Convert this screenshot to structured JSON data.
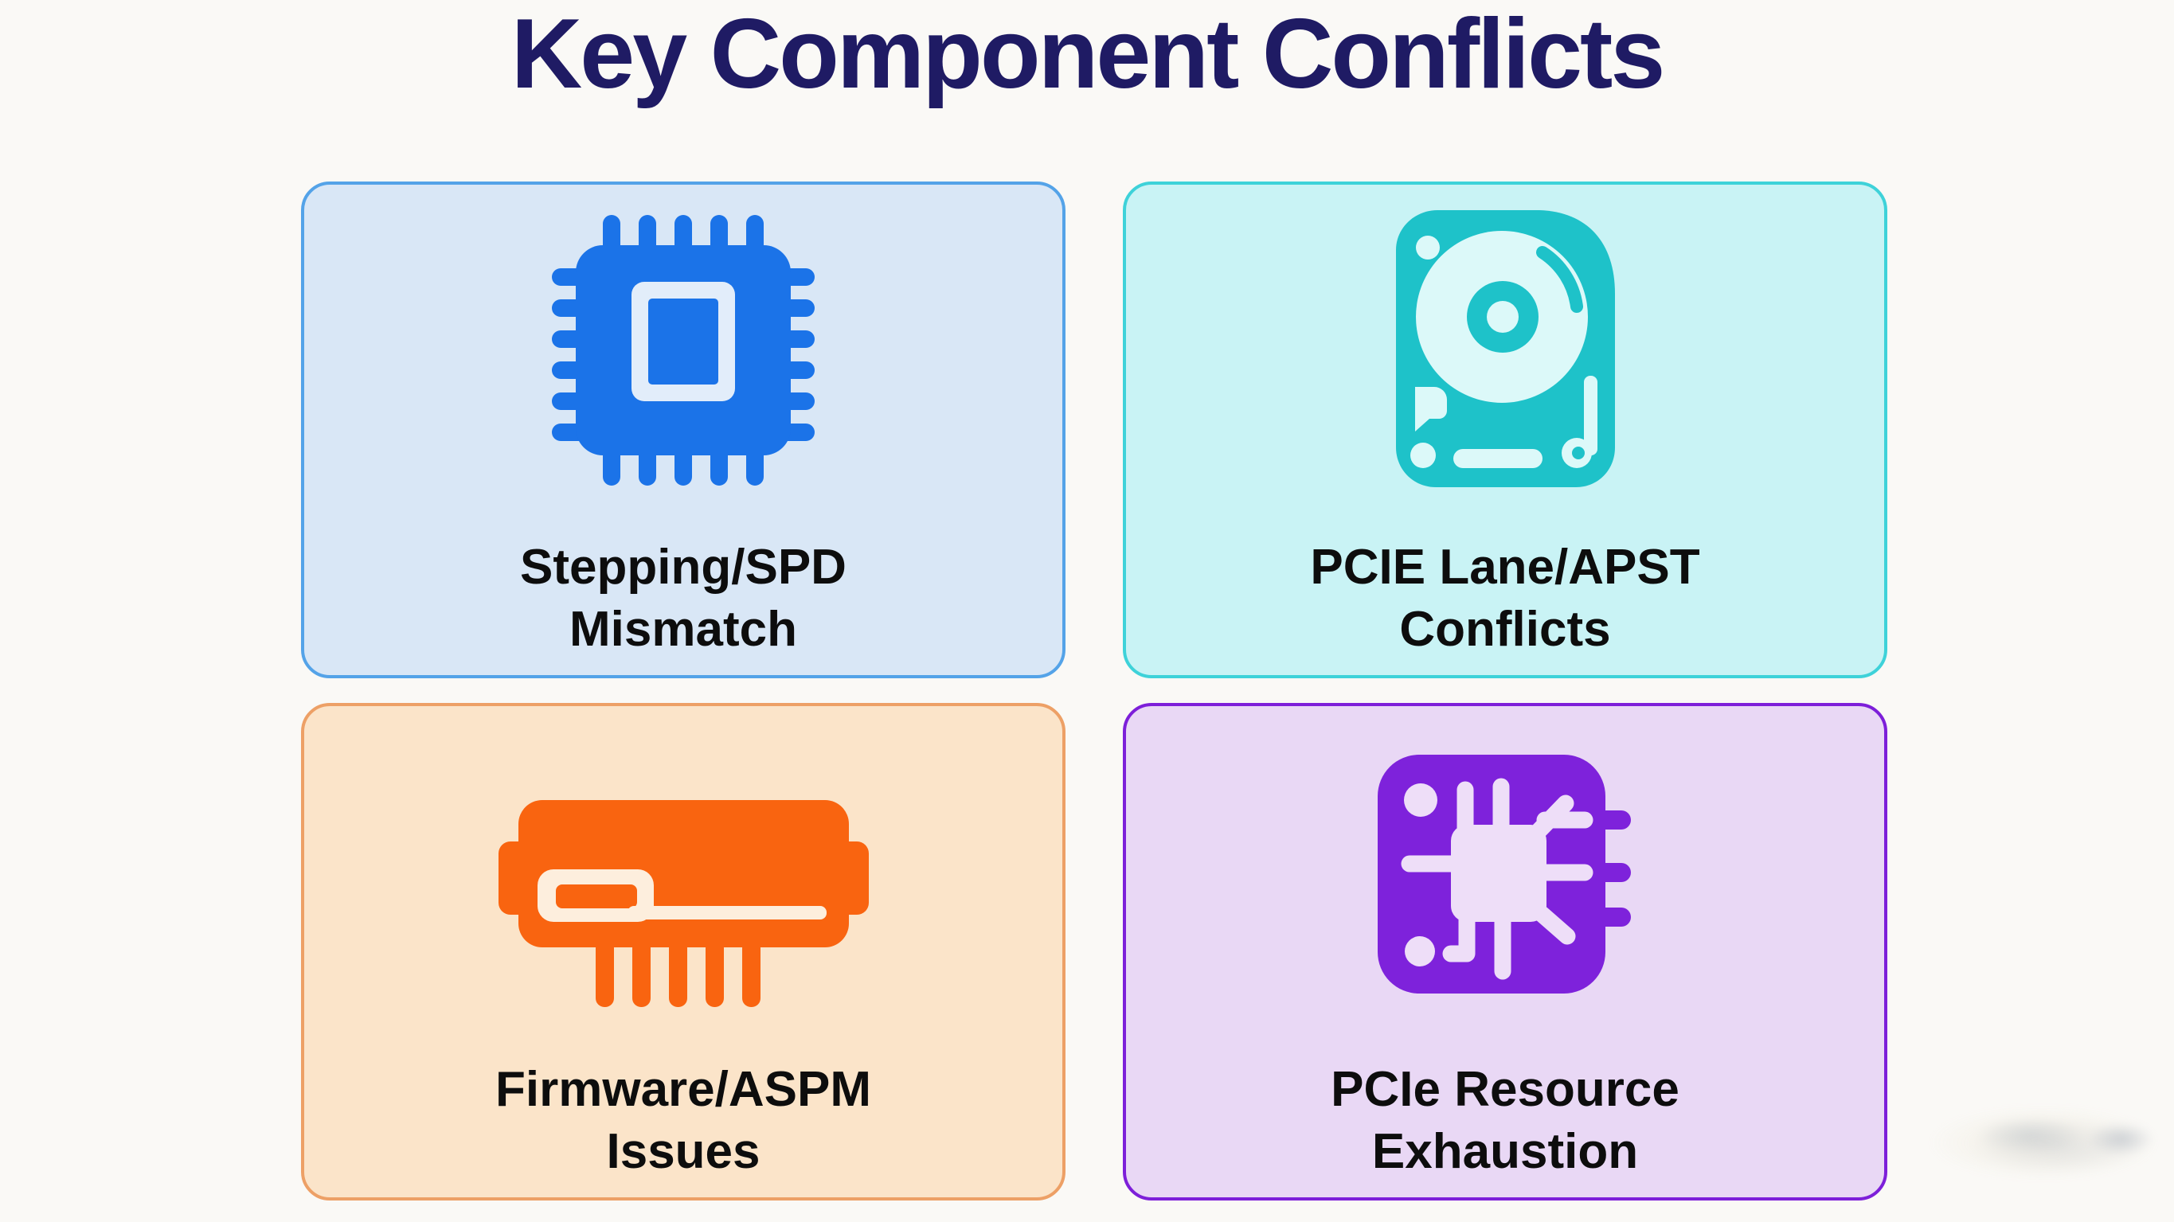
{
  "title": "Key Component Conflicts",
  "theme": {
    "page_bg": "#faf9f6",
    "title_color": "#1f1b64",
    "label_color": "#0d0d0d"
  },
  "cards": [
    {
      "label_line1": "Stepping/SPD",
      "label_line2": "Mismatch",
      "icon": "cpu-chip-icon",
      "bg_color": "#d9e7f6",
      "border_color": "#54a3e8",
      "icon_color": "#1b73e8",
      "cutout_color": "#e2edfa"
    },
    {
      "label_line1": "PCIE Lane/APST",
      "label_line2": "Conflicts",
      "icon": "hard-drive-icon",
      "bg_color": "#c9f3f5",
      "border_color": "#3ed2d9",
      "icon_color": "#1ec2c9",
      "cutout_color": "#dcf9f9"
    },
    {
      "label_line1": "Firmware/ASPM",
      "label_line2": "Issues",
      "icon": "ram-module-icon",
      "bg_color": "#fbe4c9",
      "border_color": "#eda066",
      "icon_color": "#f96410",
      "cutout_color": "#fdeedd"
    },
    {
      "label_line1": "PCIe Resource",
      "label_line2": "Exhaustion",
      "icon": "circuit-board-chip-icon",
      "bg_color": "#e9d8f5",
      "border_color": "#7d1fd9",
      "icon_color": "#7e22db",
      "cutout_color": "#eedef8"
    }
  ]
}
